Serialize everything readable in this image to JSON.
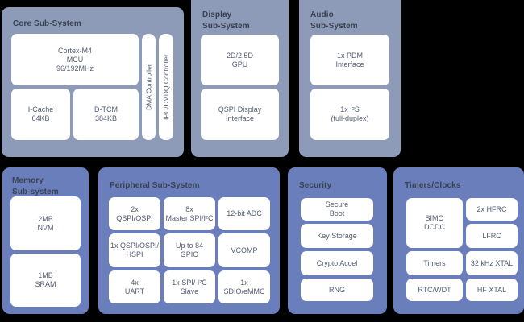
{
  "colors": {
    "background": "#000000",
    "top_panel": "#8d9bb8",
    "bottom_panel": "#6a7ebc",
    "card": "#ffffff",
    "title_text": "#39424f",
    "card_text": "#525c71"
  },
  "subsystems": {
    "core": {
      "title": "Core Sub-System",
      "mcu": "Cortex-M4\nMCU\n96/192MHz",
      "icache": "I-Cache\n64KB",
      "dtcm": "D-TCM\n384KB",
      "dma": "DMA Controller",
      "ipc": "IPC/CMDQ Controller"
    },
    "display": {
      "title": "Display\nSub-System",
      "gpu": "2D/2.5D\nGPU",
      "qspi": "QSPI Display\nInterface"
    },
    "audio": {
      "title": "Audio\nSub-System",
      "pdm": "1x PDM\nInterface",
      "i2s": "1x I²S\n(full-duplex)"
    },
    "memory": {
      "title": "Memory\nSub-system",
      "nvm": "2MB\nNVM",
      "sram": "1MB\nSRAM"
    },
    "peripheral": {
      "title": "Peripheral Sub-System",
      "blocks": [
        "2x\nQSPI/OSPI",
        "8x\nMaster SPI/I²C",
        "12-bit ADC",
        "1x QSPI/OSPI/\nHSPI",
        "Up to 84\nGPIO",
        "VCOMP",
        "4x\nUART",
        "1x SPI/ I²C\nSlave",
        "1x\nSDIO/eMMC"
      ]
    },
    "security": {
      "title": "Security",
      "blocks": [
        "Secure\nBoot",
        "Key Storage",
        "Crypto Accel",
        "RNG"
      ]
    },
    "timers": {
      "title": "Timers/Clocks",
      "simo": "SIMO\nDCDC",
      "timers": "Timers",
      "rtc": "RTC/WDT",
      "hfrc": "2x HFRC",
      "lfrc": "LFRC",
      "xtal32": "32 kHz XTAL",
      "hfxtal": "HF XTAL"
    }
  }
}
